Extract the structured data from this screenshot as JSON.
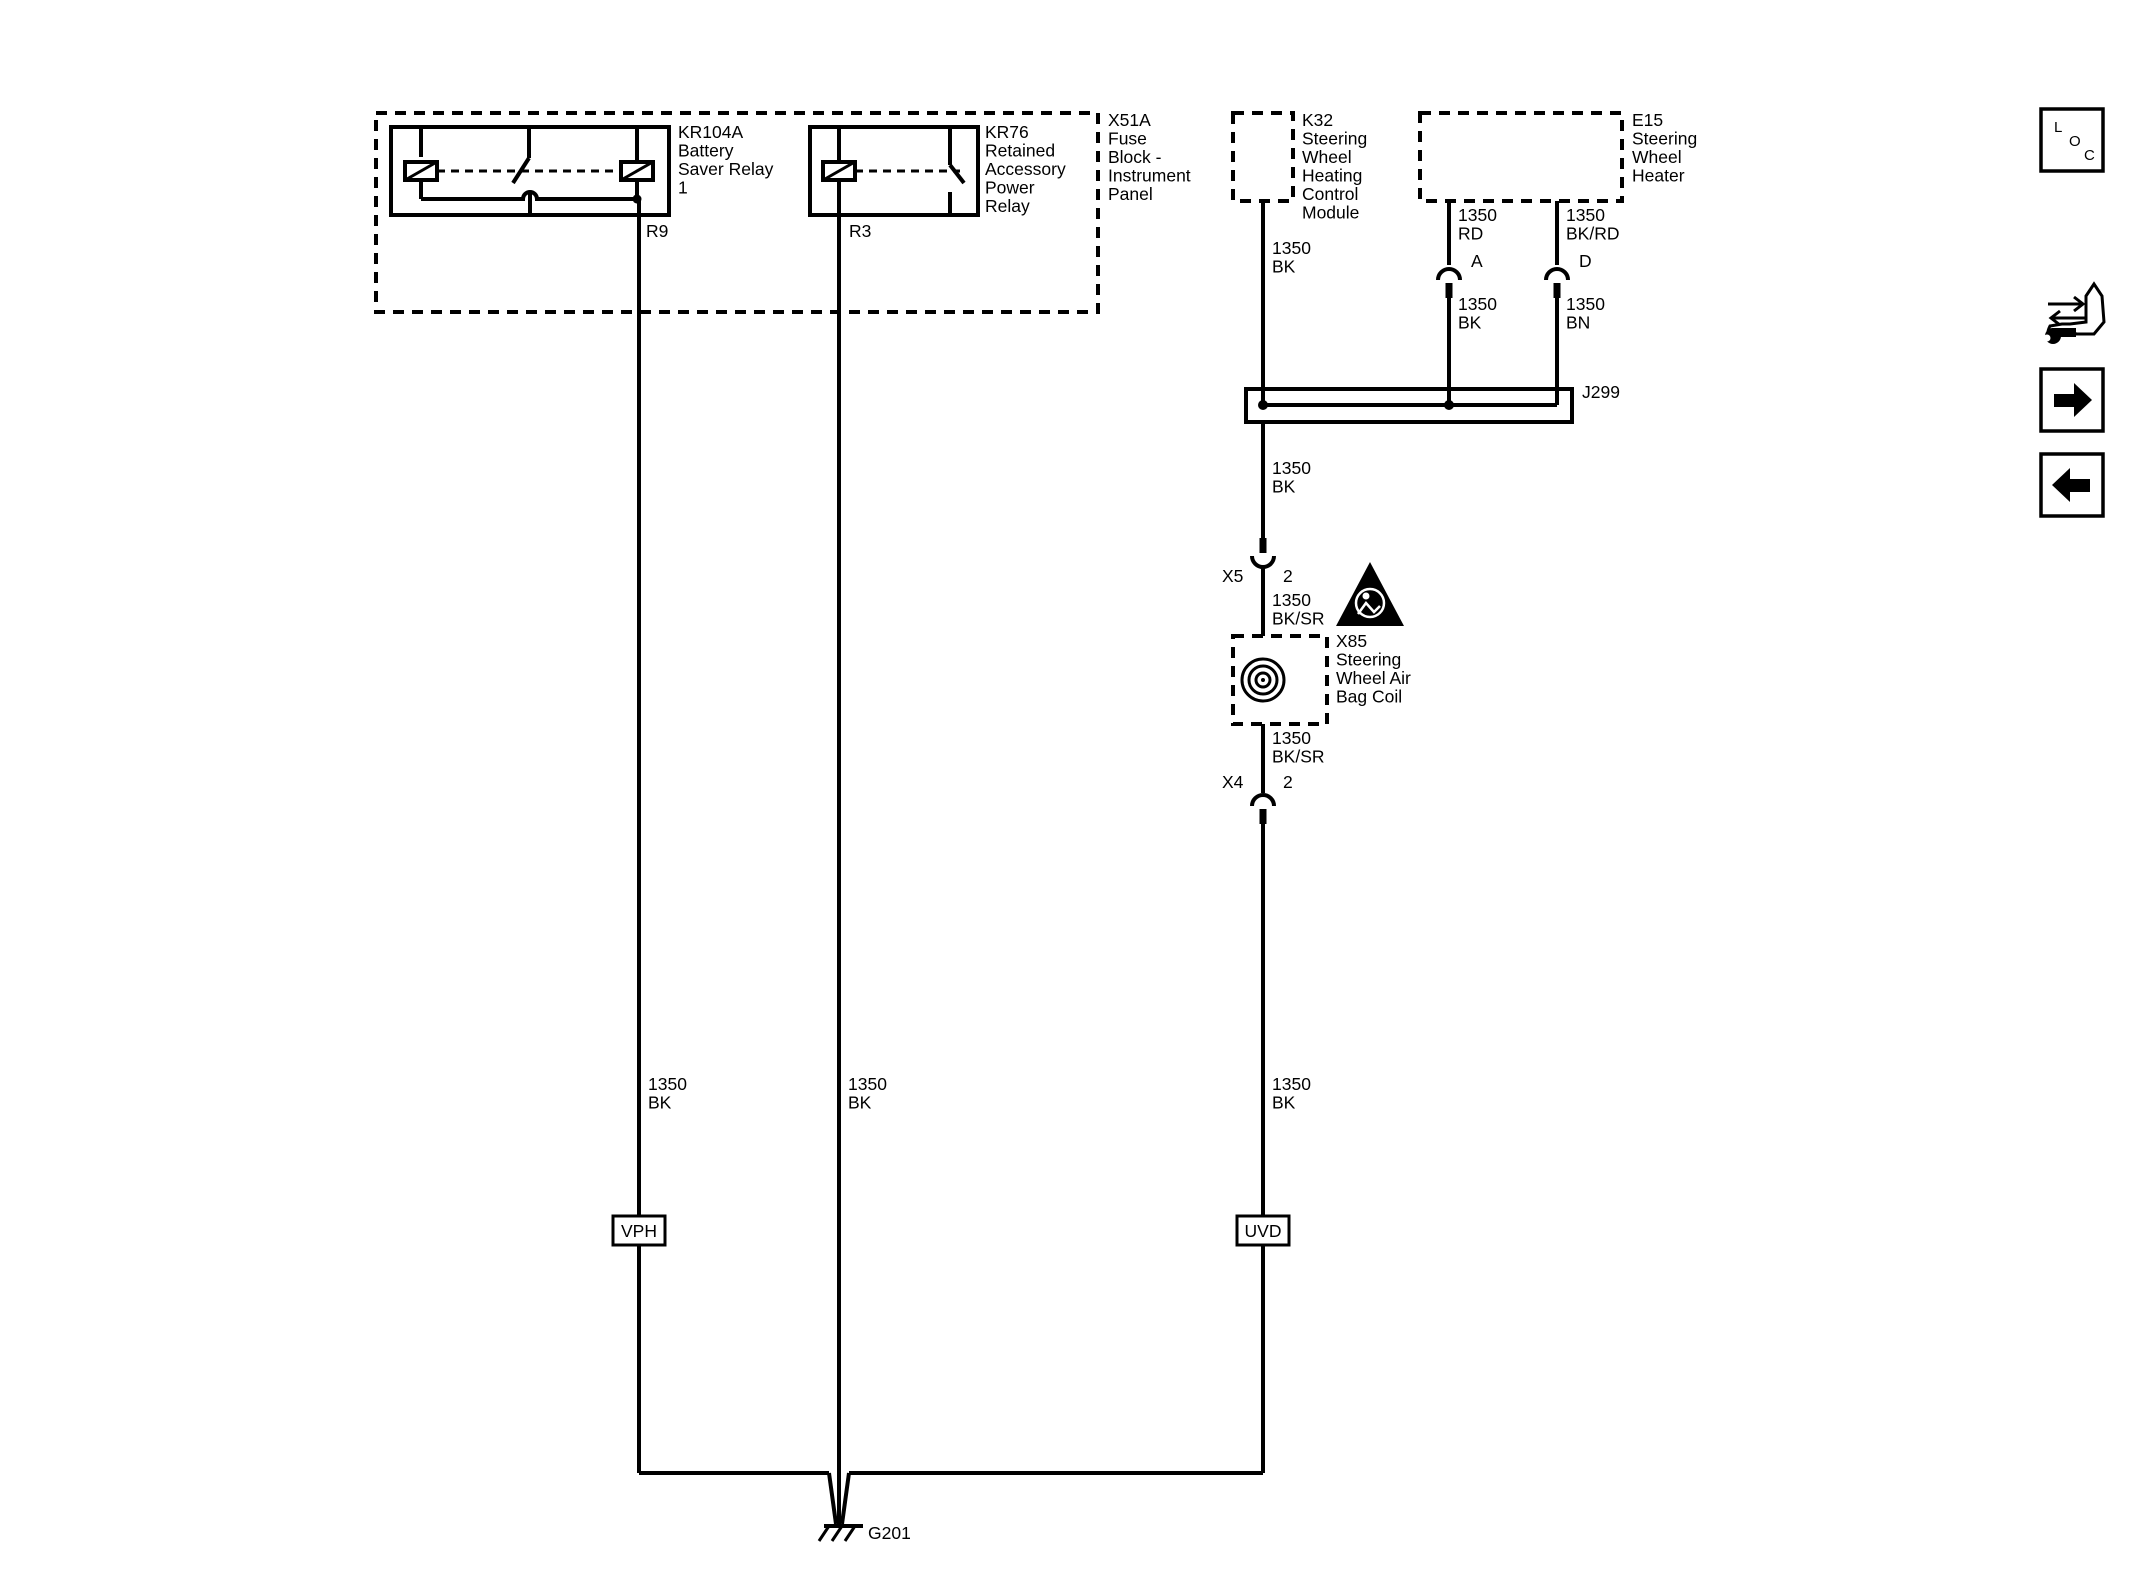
{
  "components": {
    "x51a": {
      "lines": [
        "X51A",
        "Fuse",
        "Block -",
        "Instrument",
        "Panel"
      ]
    },
    "kr104a": {
      "lines": [
        "KR104A",
        "Battery",
        "Saver Relay",
        "1"
      ]
    },
    "kr76": {
      "lines": [
        "KR76",
        "Retained",
        "Accessory",
        "Power",
        "Relay"
      ]
    },
    "k32": {
      "lines": [
        "K32",
        "Steering",
        "Wheel",
        "Heating",
        "Control",
        "Module"
      ]
    },
    "e15": {
      "lines": [
        "E15",
        "Steering",
        "Wheel",
        "Heater"
      ]
    },
    "x85": {
      "lines": [
        "X85",
        "Steering",
        "Wheel Air",
        "Bag Coil"
      ]
    }
  },
  "terminals": {
    "r9": "R9",
    "r3": "R3",
    "a": "A",
    "d": "D",
    "x5": "X5",
    "x5_pin": "2",
    "x4": "X4",
    "x4_pin": "2"
  },
  "wires": {
    "k32_out": [
      "1350",
      "BK"
    ],
    "e15_a": [
      "1350",
      "RD"
    ],
    "e15_d": [
      "1350",
      "BK/RD"
    ],
    "a_lower": [
      "1350",
      "BK"
    ],
    "d_lower": [
      "1350",
      "BN"
    ],
    "j299_out": [
      "1350",
      "BK"
    ],
    "x85_in": [
      "1350",
      "BK/SR"
    ],
    "x85_out": [
      "1350",
      "BK/SR"
    ],
    "r9_wire": [
      "1350",
      "BK"
    ],
    "r3_wire": [
      "1350",
      "BK"
    ],
    "right_wire": [
      "1350",
      "BK"
    ]
  },
  "splice": "J299",
  "vph": "VPH",
  "uvd": "UVD",
  "ground": "G201",
  "nav": {
    "loc": [
      "L",
      "O",
      "C"
    ],
    "icons": [
      "swap-wrench-icon",
      "arrow-right-icon",
      "arrow-left-icon"
    ]
  }
}
